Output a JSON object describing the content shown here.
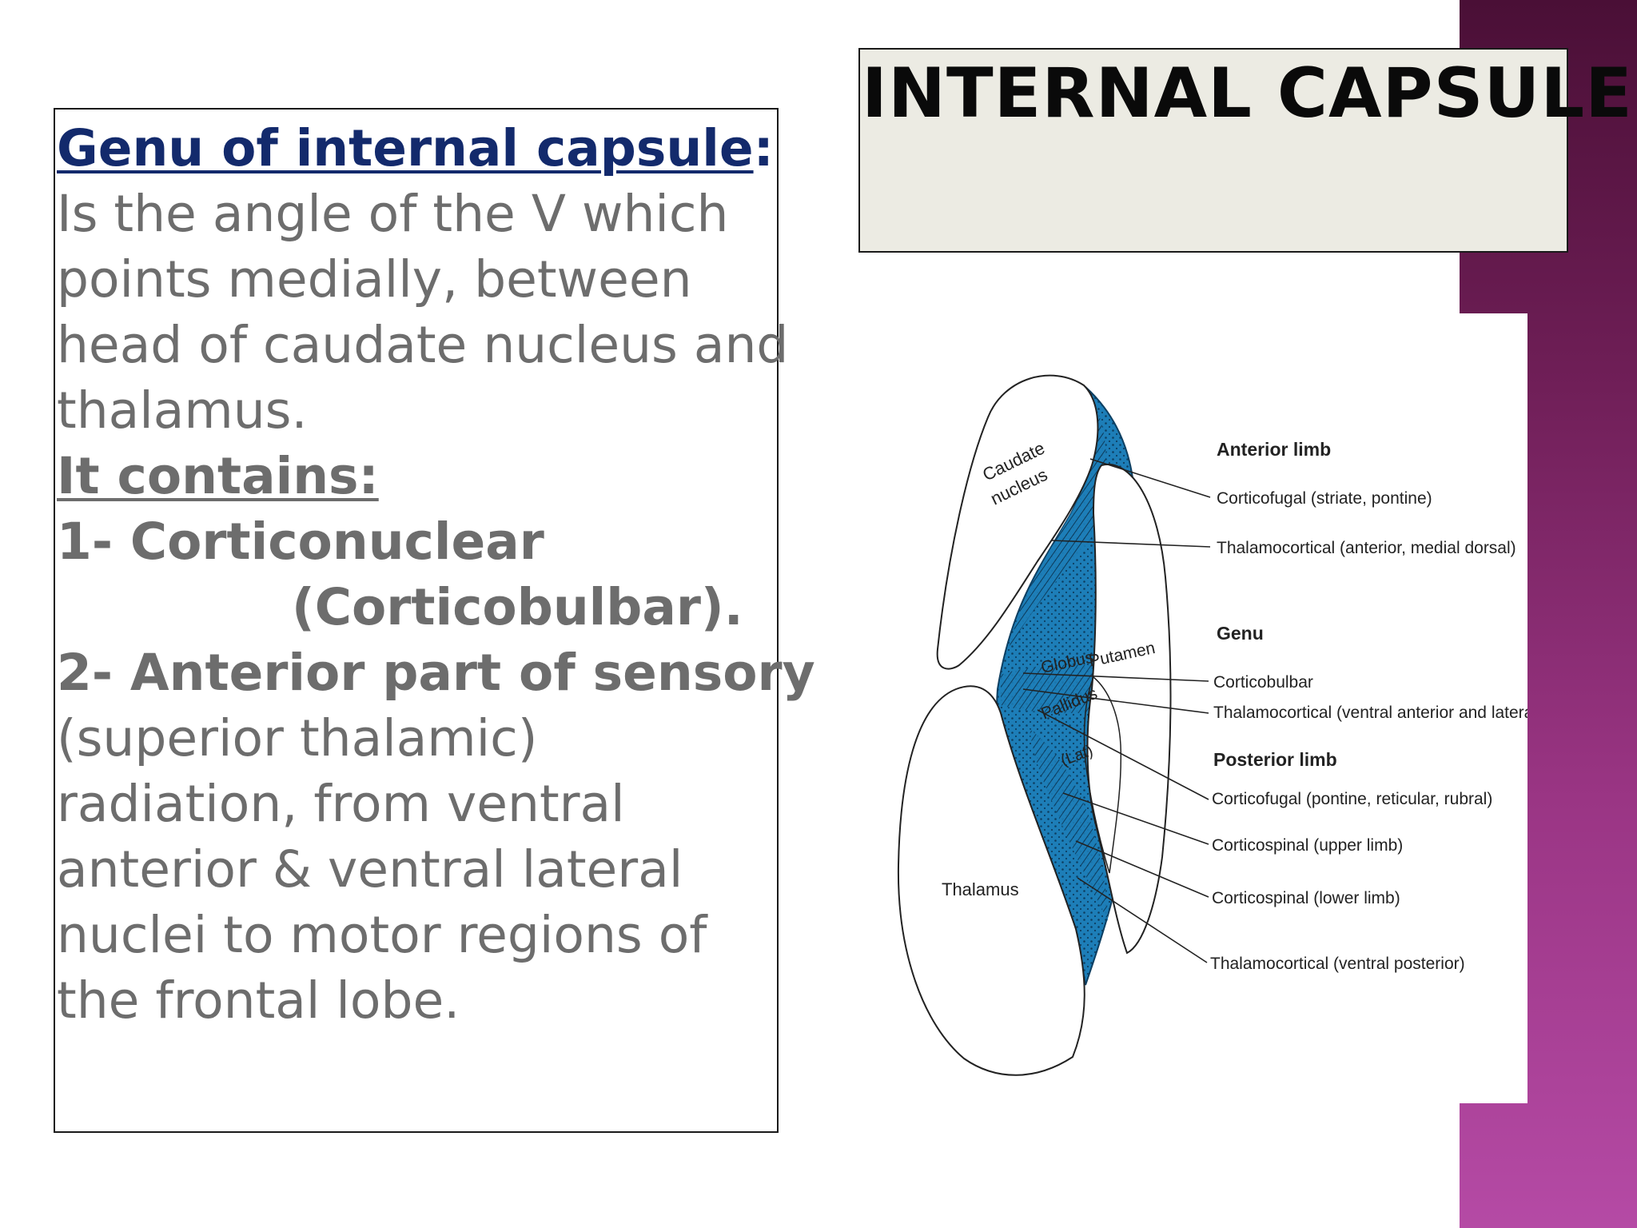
{
  "slide": {
    "title": "INTERNAL CAPSULE",
    "colors": {
      "accent_band": "#8a2c74",
      "heading": "#132a6c",
      "body_text": "#6d6d6d",
      "title_bg": "#ecebe3",
      "capsule_fill": "#1d7eb8"
    }
  },
  "text_panel": {
    "heading": "Genu of internal capsule",
    "heading_colon": ":",
    "lines": [
      "Is the angle of the V which",
      "points medially, between",
      "head of caudate nucleus and",
      "thalamus."
    ],
    "contains_label": "It contains:",
    "item1_line1": "1- Corticonuclear",
    "item1_line2": "(Corticobulbar).",
    "item2_line1": "2- Anterior part of sensory",
    "item2_lines": [
      "(superior thalamic)",
      "radiation, from ventral",
      "anterior & ventral lateral",
      "nuclei to motor regions of",
      "the frontal lobe."
    ]
  },
  "diagram": {
    "structures": {
      "caudate_1": "Caudate",
      "caudate_2": "nucleus",
      "globus": "Globus",
      "pallidus": "Pallidus",
      "lat": "(Lat)",
      "putamen": "Putamen",
      "thalamus": "Thalamus"
    },
    "sections": {
      "anterior": "Anterior limb",
      "genu": "Genu",
      "posterior": "Posterior limb"
    },
    "labels": {
      "ant_1": "Corticofugal (striate, pontine)",
      "ant_2": "Thalamocortical (anterior, medial dorsal)",
      "genu_1": "Corticobulbar",
      "genu_2": "Thalamocortical (ventral anterior and lateral)",
      "post_1": "Corticofugal (pontine, reticular, rubral)",
      "post_2": "Corticospinal (upper limb)",
      "post_3": "Corticospinal (lower limb)",
      "post_4": "Thalamocortical (ventral posterior)"
    }
  }
}
